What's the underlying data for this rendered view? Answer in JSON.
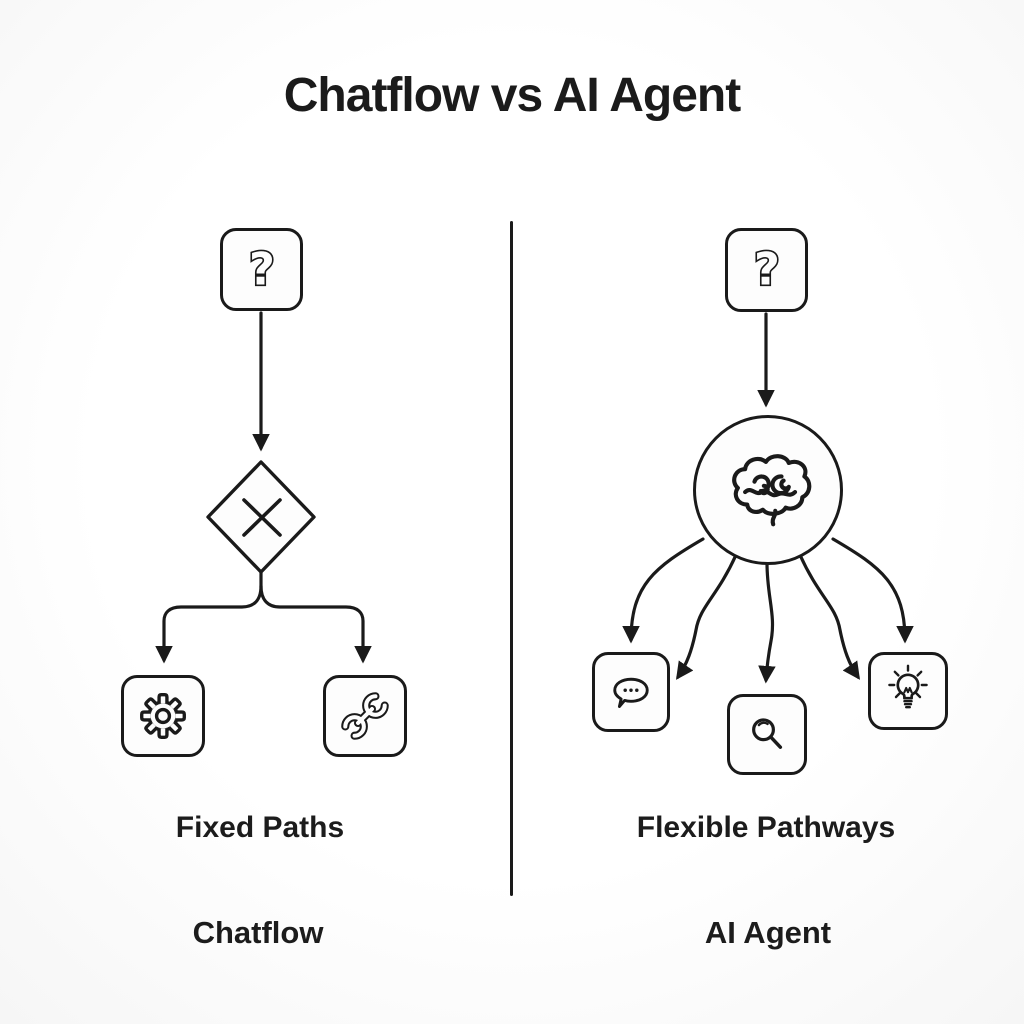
{
  "title": "Chatflow vs AI Agent",
  "colors": {
    "background": "#fcfcfc",
    "line": "#1a1a1a",
    "text": "#1b1b1b"
  },
  "left_panel": {
    "label": "Chatflow",
    "subtitle": "Fixed Paths",
    "start_glyph": "?",
    "start_icon": "question-mark",
    "decision_icon": "x-diamond",
    "outcome_icons": [
      "gear",
      "wrench"
    ]
  },
  "right_panel": {
    "label": "AI Agent",
    "subtitle": "Flexible Pathways",
    "start_glyph": "?",
    "start_icon": "question-mark",
    "hub_icon": "brain",
    "outcome_icons": [
      "chat-bubble",
      "magnifier",
      "lightbulb"
    ]
  }
}
